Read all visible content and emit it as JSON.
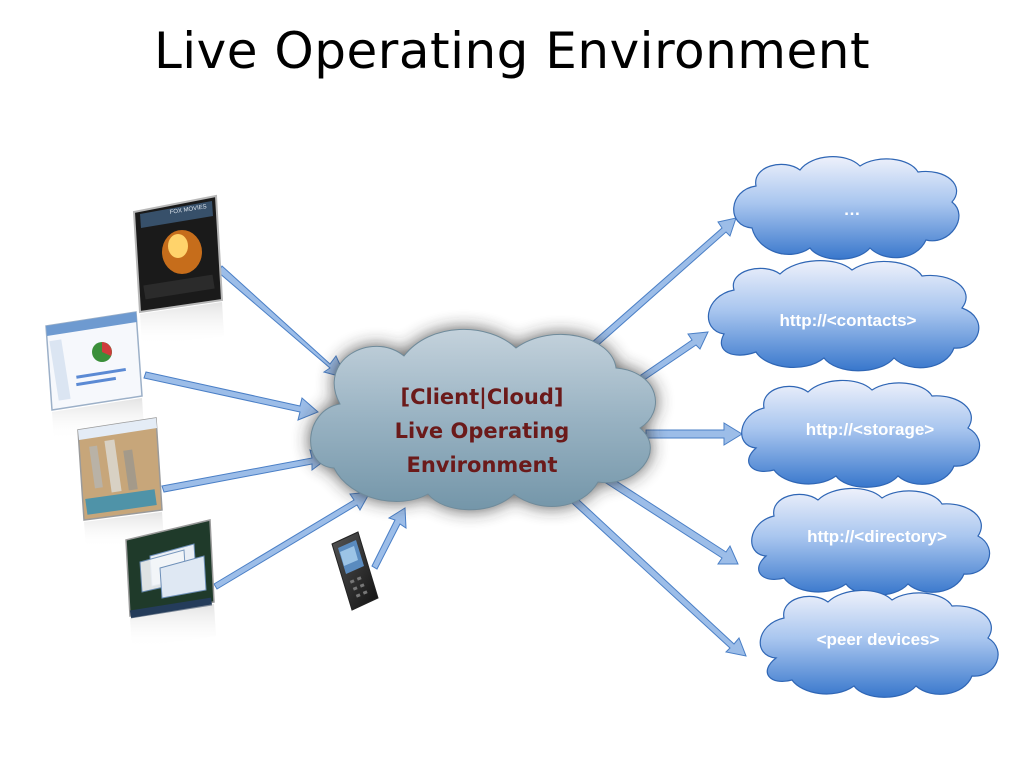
{
  "title": "Live Operating Environment",
  "central": {
    "line1": "[Client|Cloud]",
    "line2": "Live Operating",
    "line3": "Environment"
  },
  "services": [
    {
      "label": "…"
    },
    {
      "label": "http://<contacts>"
    },
    {
      "label": "http://<storage>"
    },
    {
      "label": "http://<directory>"
    },
    {
      "label": "<peer devices>"
    }
  ],
  "clients": [
    {
      "icon": "media-center-screenshot"
    },
    {
      "icon": "office-app-screenshot"
    },
    {
      "icon": "web-map-screenshot"
    },
    {
      "icon": "desktop-windows-screenshot"
    },
    {
      "icon": "mobile-phone"
    }
  ],
  "colors": {
    "central_text": "#6b1a1a",
    "arrow": "#8fb4e3",
    "cloud_top": "#e9eefa",
    "cloud_bottom": "#3d7fd0"
  }
}
